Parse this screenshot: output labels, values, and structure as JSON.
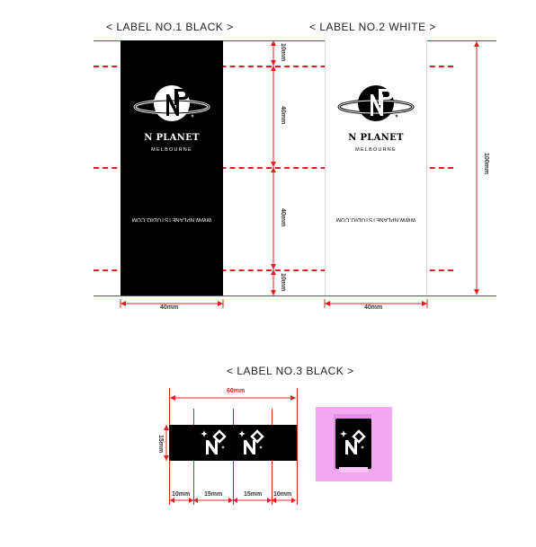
{
  "label1": {
    "title": "< LABEL NO.1  BLACK >",
    "brand": "N PLANET",
    "city": "MELBOURNE",
    "url": "WWW.NPLANETSTUDIO.COM",
    "width_dim": "40mm"
  },
  "label2": {
    "title": "< LABEL NO.2  WHITE >",
    "brand": "N PLANET",
    "city": "MELBOURNE",
    "url": "WWW.NPLANETSTUDIO.COM",
    "width_dim": "40mm"
  },
  "side_dims": {
    "top": "10mm",
    "upper": "40mm",
    "lower": "40mm",
    "bottom": "10mm",
    "total": "100mm"
  },
  "label3": {
    "title": "< LABEL NO.3  BLACK >",
    "width_dim": "60mm",
    "height_dim": "15mm",
    "segments": [
      "10mm",
      "15mm",
      "15mm",
      "10mm"
    ]
  },
  "colors": {
    "red_guides": "#e02020",
    "label_black": "#000000",
    "mockup_pink": "#f2a8f2"
  }
}
